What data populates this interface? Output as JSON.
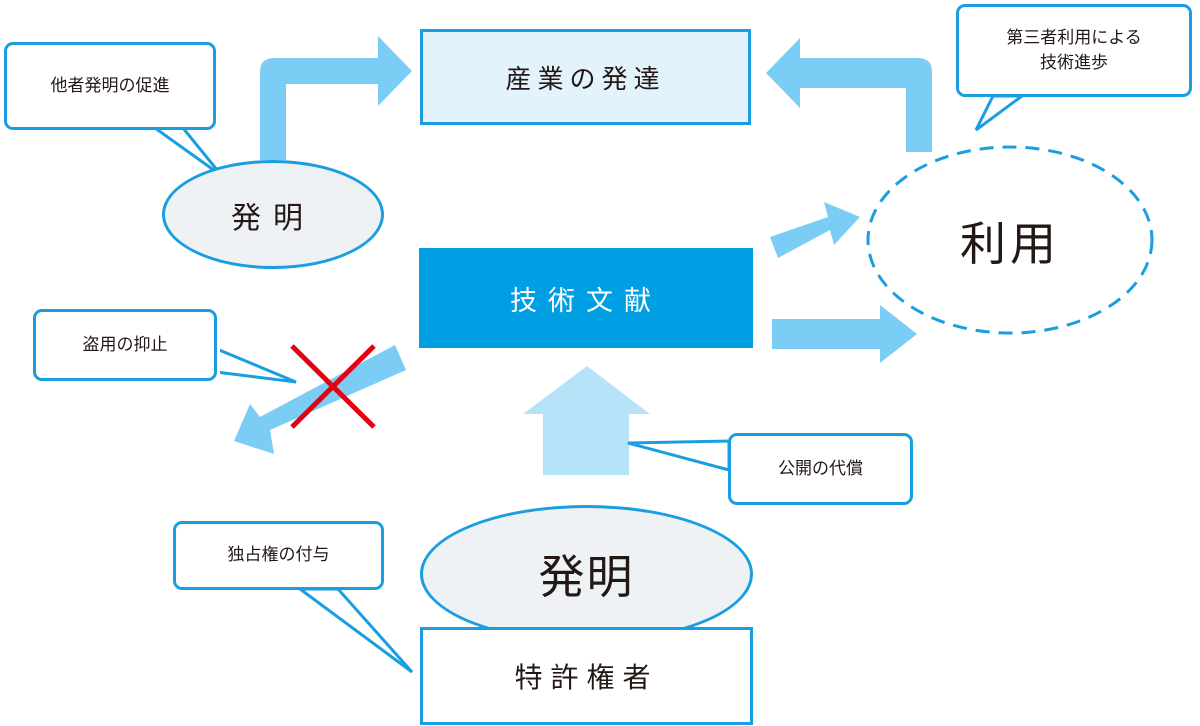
{
  "colors": {
    "arrow": "#7ccdf5",
    "arrow_pale": "#b7e3f8",
    "primary": "#009fe3",
    "border": "#1a9ee0",
    "cross": "#e60012",
    "light_fill": "#e3f3fc",
    "ellipse_fill": "#eef2f5"
  },
  "nodes": {
    "industry": "産業の発達",
    "invention_top": "発明",
    "usage": "利用",
    "tech_literature": "技術文献",
    "invention_main": "発明",
    "patent_holder": "特許権者"
  },
  "callouts": {
    "promote_others": "他者発明の促進",
    "third_party_line1": "第三者利用による",
    "third_party_line2": "技術進歩",
    "deter_theft": "盗用の抑止",
    "disclosure": "公開の代償",
    "exclusive_right": "独占権の付与"
  }
}
